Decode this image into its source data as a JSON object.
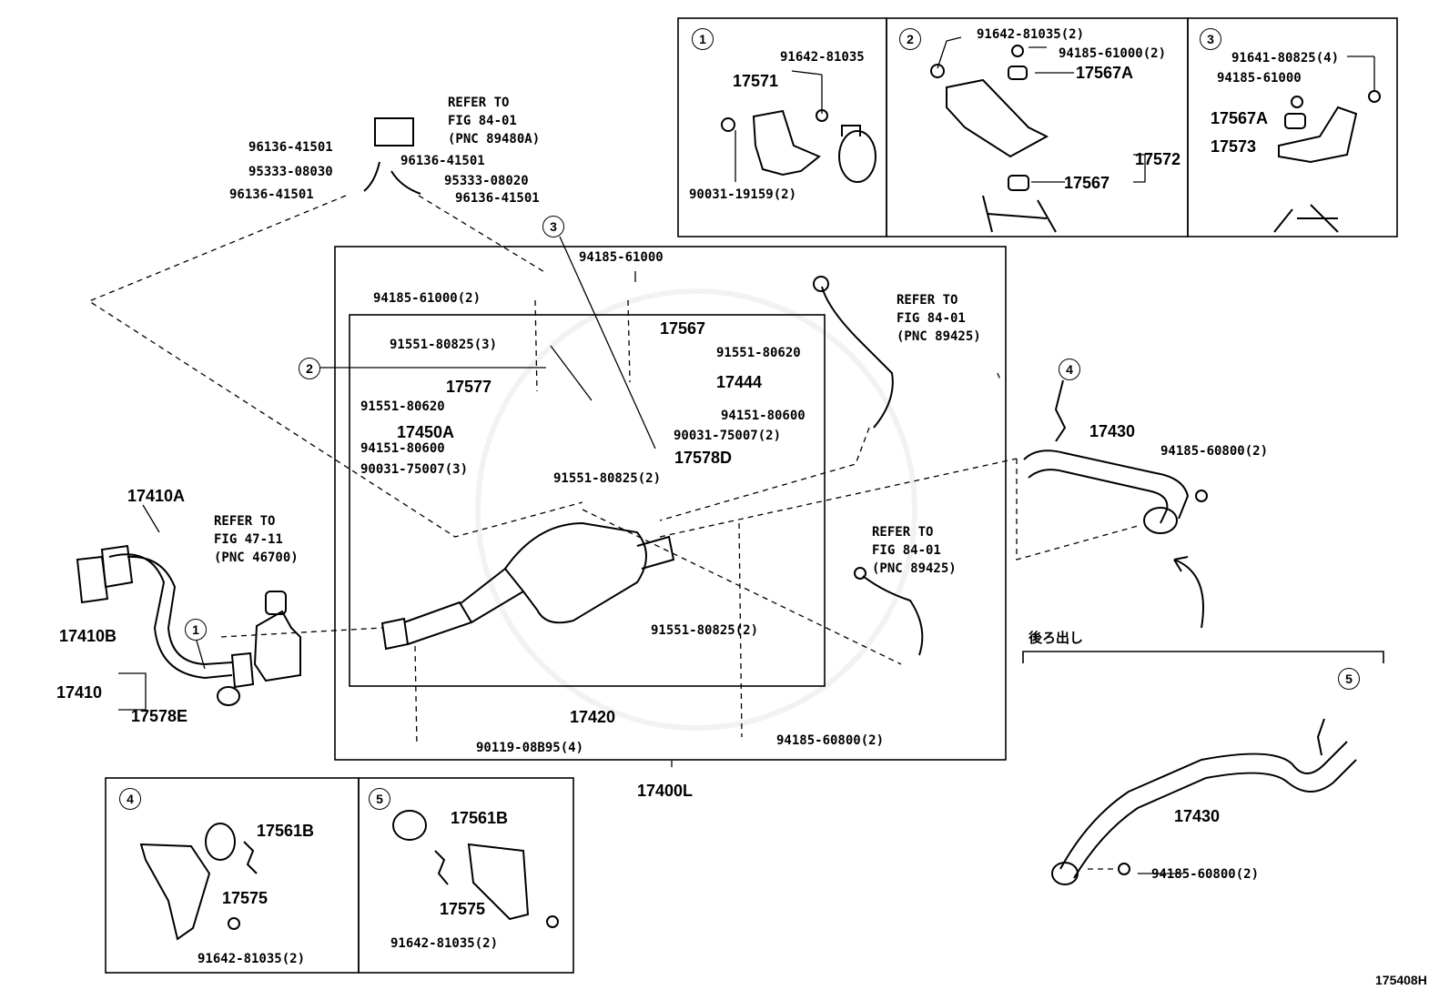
{
  "diagram_id": "175408H",
  "inset_1": {
    "marker": "1",
    "labels": {
      "bolt_a": "91642-81035",
      "bracket": "17571",
      "bolt_b": "90031-19159(2)"
    }
  },
  "inset_2": {
    "marker": "2",
    "labels": {
      "bolt": "91642-81035(2)",
      "nut": "94185-61000(2)",
      "cushion_a": "17567A",
      "bracket": "17572",
      "cushion": "17567"
    }
  },
  "inset_3": {
    "marker": "3",
    "labels": {
      "bolt": "91641-80825(4)",
      "nut": "94185-61000",
      "cushion_a": "17567A",
      "bracket": "17573"
    }
  },
  "inset_4": {
    "marker": "4",
    "labels": {
      "hanger": "17561B",
      "bracket": "17575",
      "bolt": "91642-81035(2)"
    }
  },
  "inset_5": {
    "marker": "5",
    "labels": {
      "hanger": "17561B",
      "bracket": "17575",
      "bolt": "91642-81035(2)"
    }
  },
  "top_left": {
    "refer": "REFER TO\nFIG 84-01\n(PNC 89480A)",
    "labels": [
      "96136-41501",
      "96136-41501",
      "95333-08030",
      "95333-08020",
      "96136-41501",
      "96136-41501"
    ]
  },
  "main": {
    "assembly": "17400L",
    "converter": "17420",
    "labels": {
      "nut_top": "94185-61000",
      "nut_left": "94185-61000(2)",
      "cushion": "17567",
      "bolt_3": "91551-80825(3)",
      "bolt_620a": "91551-80620",
      "bracket_77": "17577",
      "bolt_620b": "91551-80620",
      "sensor_bracket": "17444",
      "nut_600a": "94151-80600",
      "clamp_a": "17450A",
      "nut_600b": "94151-80600",
      "washer_2": "90031-75007(2)",
      "washer_3": "90031-75007(3)",
      "bracket_d": "17578D",
      "bolt_825_2a": "91551-80825(2)",
      "bolt_825_2b": "91551-80825(2)",
      "bolt_bottom": "90119-08B95(4)",
      "nut_bottom": "94185-60800(2)"
    },
    "refer_sensor_top": "REFER TO\nFIG 84-01\n(PNC 89425)",
    "refer_sensor_bottom": "REFER TO\nFIG 84-01\n(PNC 89425)",
    "markers": [
      "3",
      "2"
    ]
  },
  "front_pipe": {
    "gasket": "17410A",
    "flange": "17410B",
    "pipe": "17410",
    "clamp": "17578E",
    "refer": "REFER TO\nFIG 47-11\n(PNC 46700)",
    "marker": "1"
  },
  "tail_pipe": {
    "pipe": "17430",
    "nut": "94185-60800(2)",
    "marker": "4"
  },
  "rear_exit": {
    "title": "後ろ出し",
    "pipe": "17430",
    "nut": "94185-60800(2)",
    "marker": "5"
  }
}
